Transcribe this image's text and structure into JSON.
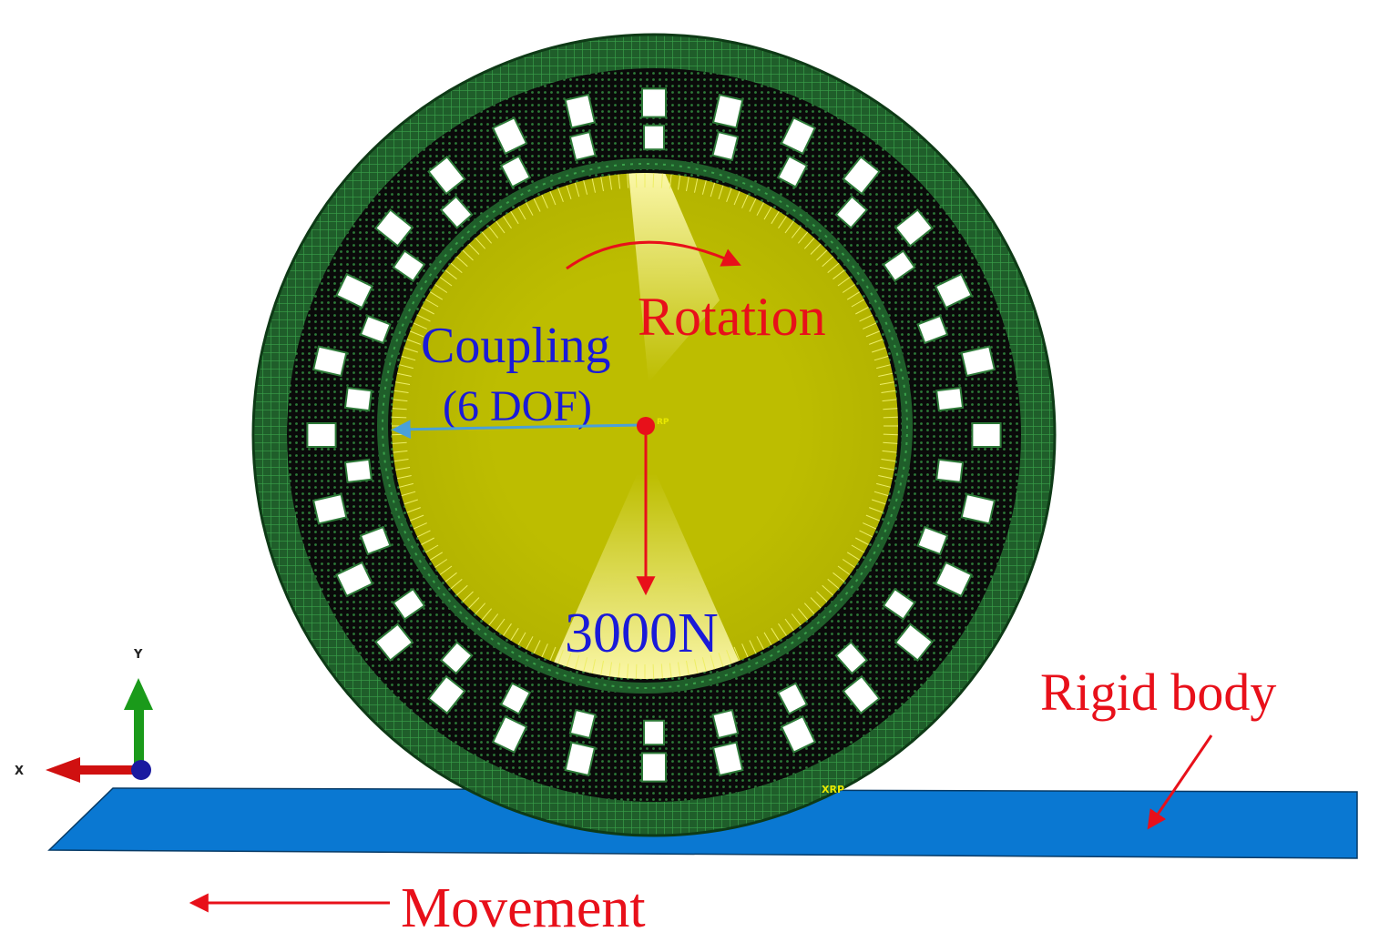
{
  "diagram": {
    "labels": {
      "rotation": "Rotation",
      "coupling": "Coupling",
      "coupling_dof": "(6 DOF)",
      "load": "3000N",
      "rigid_body": "Rigid body",
      "movement": "Movement",
      "axis_y": "Y",
      "axis_x": "X",
      "reference_point": "RP",
      "rigid_reference_point": "XRP"
    },
    "colors": {
      "mesh_dark": "#0a0a0a",
      "mesh_green": "#1f5e2a",
      "mesh_line": "#3aa14a",
      "hub_fill": "#bdbd00",
      "hub_highlight": "#f5f07a",
      "rigid_plane": "#0a78d2",
      "annotation_red": "#e8101a",
      "annotation_blue": "#1a1ad8",
      "coupling_arrow": "#4aa0d8",
      "axis_y": "#1a9a1a",
      "axis_x": "#d01010",
      "axis_origin": "#1a1aa0"
    },
    "icons": {
      "rotation": "curved-arrow-icon",
      "coupling": "left-arrow-icon",
      "load": "down-arrow-icon",
      "rigid_body": "diagonal-arrow-icon",
      "movement": "left-arrow-icon"
    }
  }
}
